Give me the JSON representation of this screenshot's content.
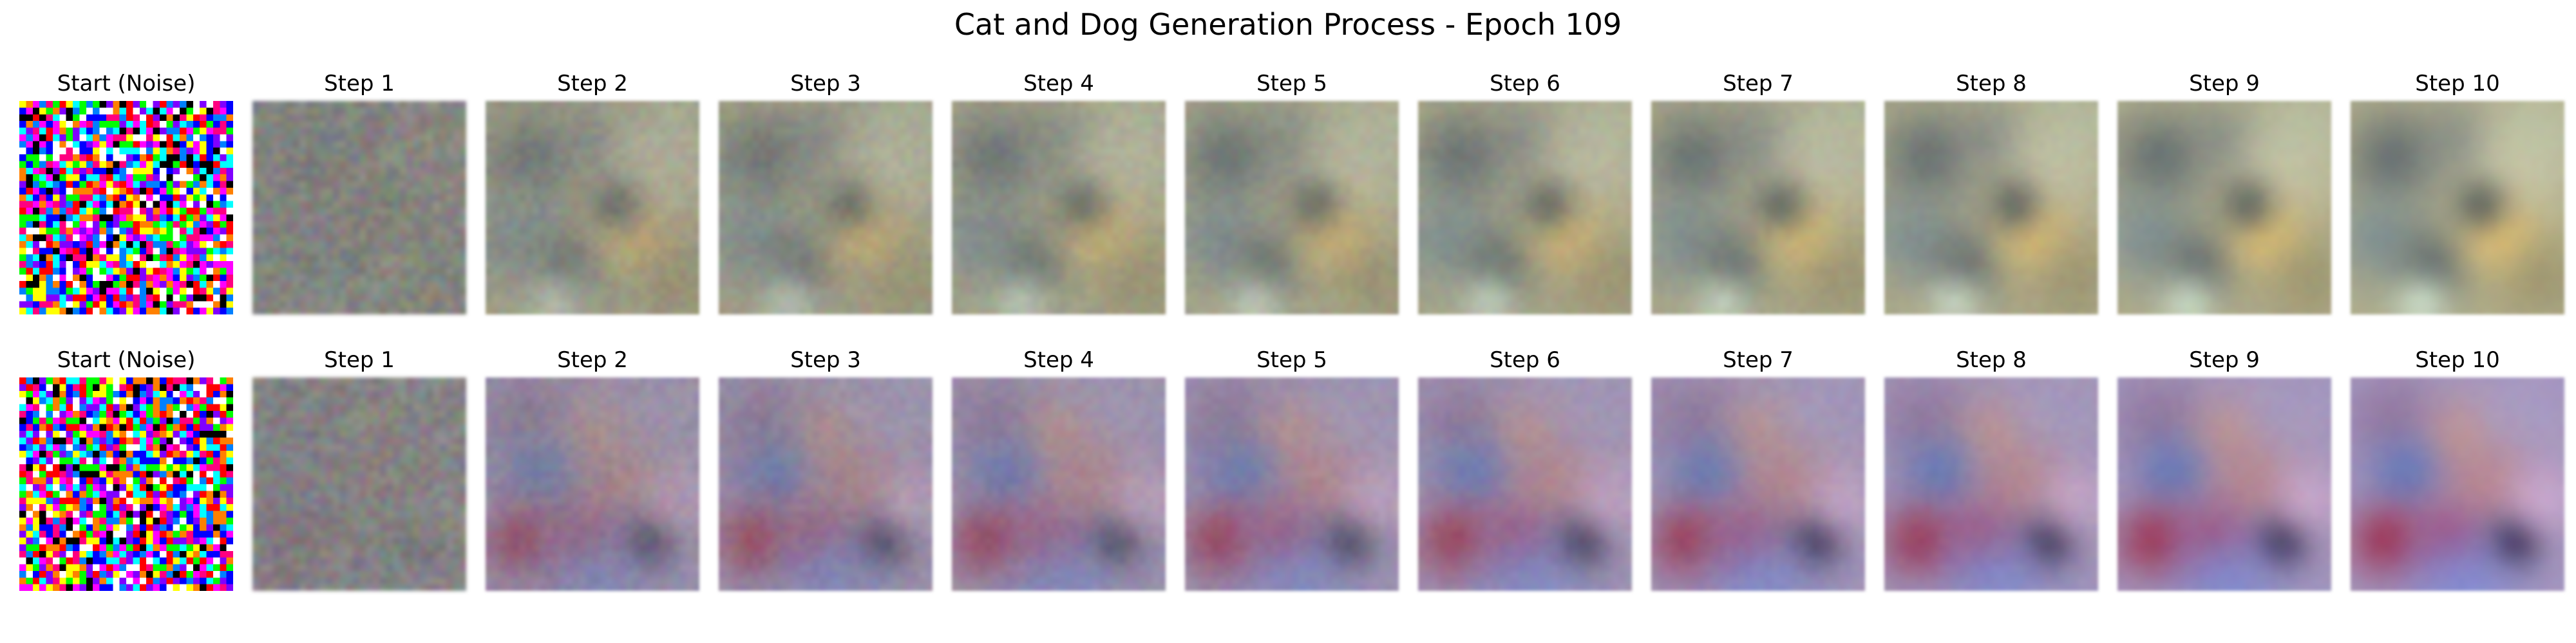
{
  "figure": {
    "title": "Cat and Dog Generation Process - Epoch 109"
  },
  "rows": [
    {
      "panels": [
        {
          "label": "Start (Noise)"
        },
        {
          "label": "Step 1"
        },
        {
          "label": "Step 2"
        },
        {
          "label": "Step 3"
        },
        {
          "label": "Step 4"
        },
        {
          "label": "Step 5"
        },
        {
          "label": "Step 6"
        },
        {
          "label": "Step 7"
        },
        {
          "label": "Step 8"
        },
        {
          "label": "Step 9"
        },
        {
          "label": "Step 10"
        }
      ]
    },
    {
      "panels": [
        {
          "label": "Start (Noise)"
        },
        {
          "label": "Step 1"
        },
        {
          "label": "Step 2"
        },
        {
          "label": "Step 3"
        },
        {
          "label": "Step 4"
        },
        {
          "label": "Step 5"
        },
        {
          "label": "Step 6"
        },
        {
          "label": "Step 7"
        },
        {
          "label": "Step 8"
        },
        {
          "label": "Step 9"
        },
        {
          "label": "Step 10"
        }
      ]
    }
  ]
}
